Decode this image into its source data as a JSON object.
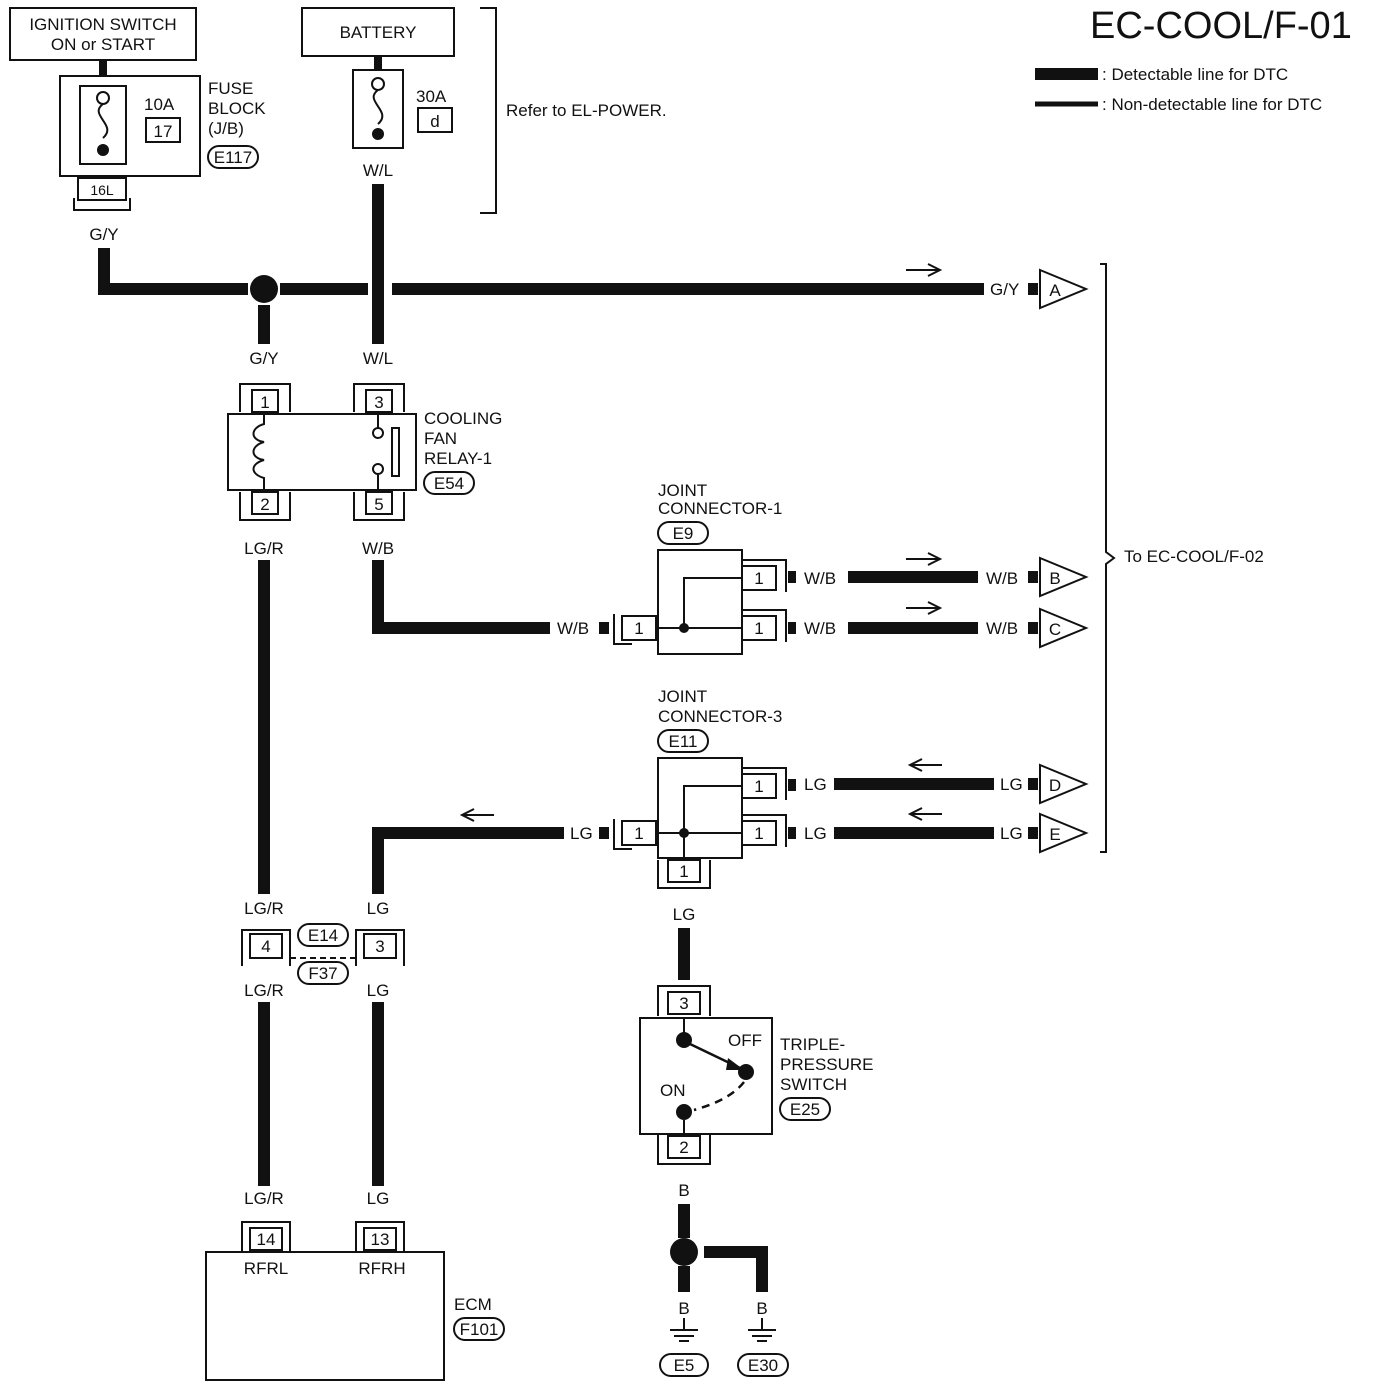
{
  "title": "EC-COOL/F-01",
  "legend": {
    "detectable": ": Detectable line for DTC",
    "nondetectable": ": Non-detectable line for DTC"
  },
  "ignition": {
    "line1": "IGNITION SWITCH",
    "line2": "ON or START"
  },
  "battery": "BATTERY",
  "fuse_block": {
    "name1": "FUSE",
    "name2": "BLOCK",
    "name3": "(J/B)",
    "amp": "10A",
    "num": "17",
    "conn": "E117",
    "terminal": "16L"
  },
  "battery_fuse": {
    "amp": "30A",
    "num": "d"
  },
  "refer": "Refer to EL-POWER.",
  "to_next": "To EC-COOL/F-02",
  "wires": {
    "gy": "G/Y",
    "wl": "W/L",
    "lgr": "LG/R",
    "wb": "W/B",
    "lg": "LG",
    "b": "B"
  },
  "relay": {
    "name1": "COOLING",
    "name2": "FAN",
    "name3": "RELAY-1",
    "conn": "E54",
    "pins": [
      "1",
      "3",
      "2",
      "5"
    ]
  },
  "jc1": {
    "name1": "JOINT",
    "name2": "CONNECTOR-1",
    "conn": "E9",
    "pin": "1"
  },
  "jc3": {
    "name1": "JOINT",
    "name2": "CONNECTOR-3",
    "conn": "E11",
    "pin": "1"
  },
  "offpage": [
    "A",
    "B",
    "C",
    "D",
    "E"
  ],
  "inline_conn": {
    "top": "E14",
    "bottom": "F37",
    "pin_left": "4",
    "pin_right": "3"
  },
  "tps": {
    "name1": "TRIPLE-",
    "name2": "PRESSURE",
    "name3": "SWITCH",
    "conn": "E25",
    "off": "OFF",
    "on": "ON",
    "pin_top": "3",
    "pin_bottom": "2"
  },
  "ecm": {
    "name": "ECM",
    "conn": "F101",
    "pin1": "14",
    "pin2": "13",
    "label1": "RFRL",
    "label2": "RFRH"
  },
  "grounds": [
    "E5",
    "E30"
  ]
}
